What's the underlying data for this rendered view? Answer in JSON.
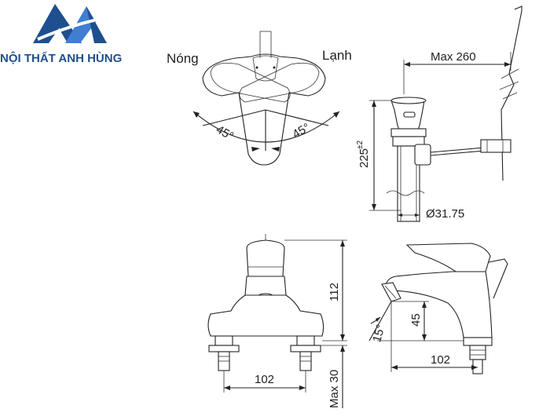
{
  "brand": {
    "name": "NỘI THẤT ANH HÙNG",
    "color_primary": "#1f4f8f",
    "color_accent": "#3f7ed0"
  },
  "top_view": {
    "hot_label": "Nóng",
    "cold_label": "Lạnh",
    "angle_left": "45°",
    "angle_right": "45°"
  },
  "side_drain": {
    "max_reach": "Max 260",
    "height": "225",
    "height_tolerance": "±2",
    "diameter": "Ø31.75"
  },
  "front_view": {
    "height": "112",
    "spacing": "102",
    "max_depth": "Max 30"
  },
  "side_view": {
    "spout_height": "45",
    "spout_angle": "15°",
    "reach": "102"
  }
}
